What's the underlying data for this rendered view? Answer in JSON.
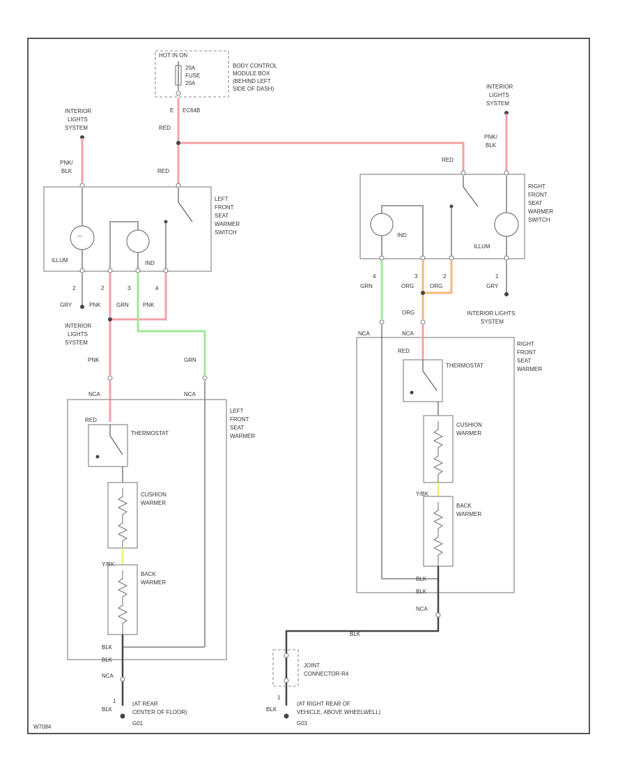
{
  "fuse": {
    "hot": "HOT IN ON",
    "fuse_lines": [
      "20A",
      "FUSE",
      "20A"
    ],
    "location_lines": [
      "BODY CONTROL",
      "MODULE BOX",
      "(BEHIND LEFT",
      "SIDE OF DASH)"
    ],
    "pin": "E",
    "connector": "EC64B",
    "wire_color": "RED"
  },
  "left_switch": {
    "name_lines": [
      "LEFT",
      "FRONT",
      "SEAT",
      "WARMER",
      "SWITCH"
    ],
    "illum": "ILLUM",
    "ind": "IND",
    "in_pin": "RED",
    "interior_lines": [
      "INTERIOR",
      "LIGHTS",
      "SYSTEM"
    ],
    "interior_wire": [
      "PNK/",
      "BLK"
    ],
    "pins": [
      "2",
      "2",
      "3",
      "4"
    ],
    "pin_wires": [
      "GRY",
      "PNK",
      "GRN",
      "PNK"
    ],
    "lower_interior_lines": [
      "INTERIOR",
      "LIGHTS",
      "SYSTEM"
    ]
  },
  "left_warmer": {
    "name_lines": [
      "LEFT",
      "FRONT",
      "SEAT",
      "WARMER"
    ],
    "pnk": "PNK",
    "grn": "GRN",
    "nca_left": "NCA",
    "nca_right": "NCA",
    "red": "RED",
    "thermostat": "THERMOSTAT",
    "cushion_lines": [
      "CUSHION",
      "WARMER"
    ],
    "back_lines": [
      "BACK",
      "WARMER"
    ],
    "ybk": "Y/BK",
    "blk1": "BLK",
    "blk2": "BLK",
    "nca": "NCA"
  },
  "left_ground": {
    "pin": "1",
    "wire": "BLK",
    "location_lines": [
      "(AT REAR",
      "CENTER OF FLOOR)"
    ],
    "id": "G01"
  },
  "right_switch": {
    "name_lines": [
      "RIGHT",
      "FRONT",
      "SEAT",
      "WARMER",
      "SWITCH"
    ],
    "illum": "ILLUM",
    "ind": "IND",
    "in_pin": "RED",
    "interior_lines": [
      "INTERIOR",
      "LIGHTS",
      "SYSTEM"
    ],
    "interior_wire": [
      "PNK/",
      "BLK"
    ],
    "pins": [
      "4",
      "3",
      "2",
      "1"
    ],
    "pin_wires": [
      "GRN",
      "ORG",
      "ORG",
      "GRY"
    ],
    "lower_interior_lines": [
      "INTERIOR LIGHTS",
      "SYSTEM"
    ],
    "org_below": "ORG"
  },
  "right_warmer": {
    "name_lines": [
      "RIGHT",
      "FRONT",
      "SEAT",
      "WARMER"
    ],
    "nca_left": "NCA",
    "nca_right": "NCA",
    "red": "RED",
    "thermostat": "THERMOSTAT",
    "cushion_lines": [
      "CUSHION",
      "WARMER"
    ],
    "back_lines": [
      "BACK",
      "WARMER"
    ],
    "ybk": "Y/BK",
    "blk1": "BLK",
    "blk2": "BLK",
    "nca": "NCA",
    "blk_run": "BLK"
  },
  "right_ground": {
    "joint_lines": [
      "JOINT",
      "CONNECTOR-R4"
    ],
    "pin": "1",
    "wire": "BLK",
    "location_lines": [
      "(AT RIGHT REAR OF",
      "VEHICLE, ABOVE WHEELWELL)"
    ],
    "id": "G03"
  },
  "footer": {
    "code": "W7084"
  }
}
